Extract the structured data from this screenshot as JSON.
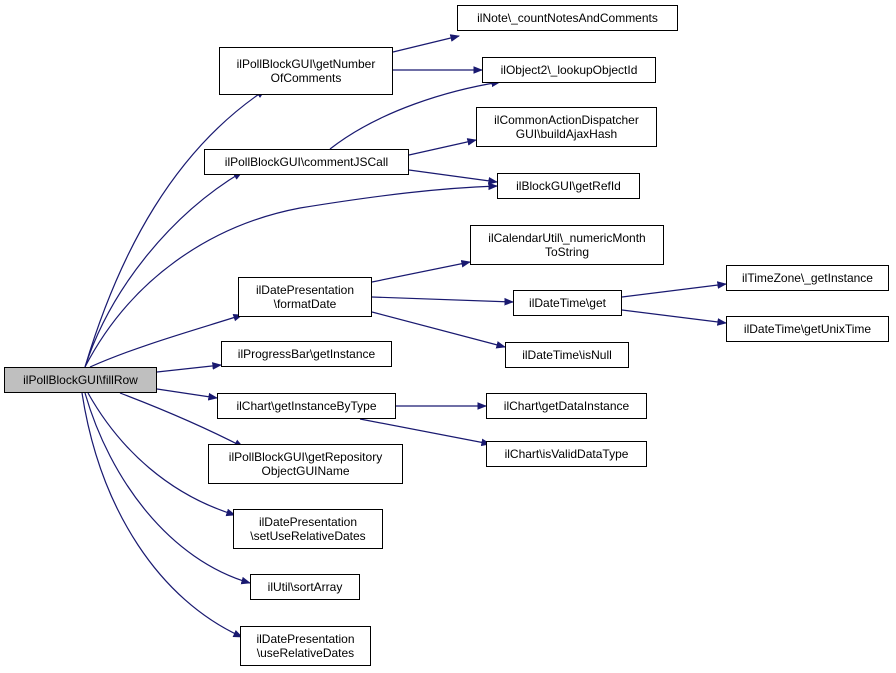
{
  "colors": {
    "edge": "#191970",
    "root_fill": "#bfbfbf",
    "node_fill": "#ffffff",
    "border": "#000000"
  },
  "nodes": {
    "fillRow": "ilPollBlockGUI\\fillRow",
    "getNumberOfComments": "ilPollBlockGUI\\getNumber\nOfComments",
    "commentJSCall": "ilPollBlockGUI\\commentJSCall",
    "countNotes": "ilNote\\_countNotesAndComments",
    "lookupObjectId": "ilObject2\\_lookupObjectId",
    "buildAjaxHash": "ilCommonActionDispatcher\nGUI\\buildAjaxHash",
    "getRefId": "ilBlockGUI\\getRefId",
    "formatDate": "ilDatePresentation\n\\formatDate",
    "numericMonth": "ilCalendarUtil\\_numericMonth\nToString",
    "dateTimeGet": "ilDateTime\\get",
    "timeZoneGetInstance": "ilTimeZone\\_getInstance",
    "getUnixTime": "ilDateTime\\getUnixTime",
    "isNull": "ilDateTime\\isNull",
    "progressBar": "ilProgressBar\\getInstance",
    "getInstanceByType": "ilChart\\getInstanceByType",
    "getDataInstance": "ilChart\\getDataInstance",
    "isValidDataType": "ilChart\\isValidDataType",
    "getRepositoryObjectGUIName": "ilPollBlockGUI\\getRepository\nObjectGUIName",
    "setUseRelativeDates": "ilDatePresentation\n\\setUseRelativeDates",
    "sortArray": "ilUtil\\sortArray",
    "useRelativeDates": "ilDatePresentation\n\\useRelativeDates"
  }
}
